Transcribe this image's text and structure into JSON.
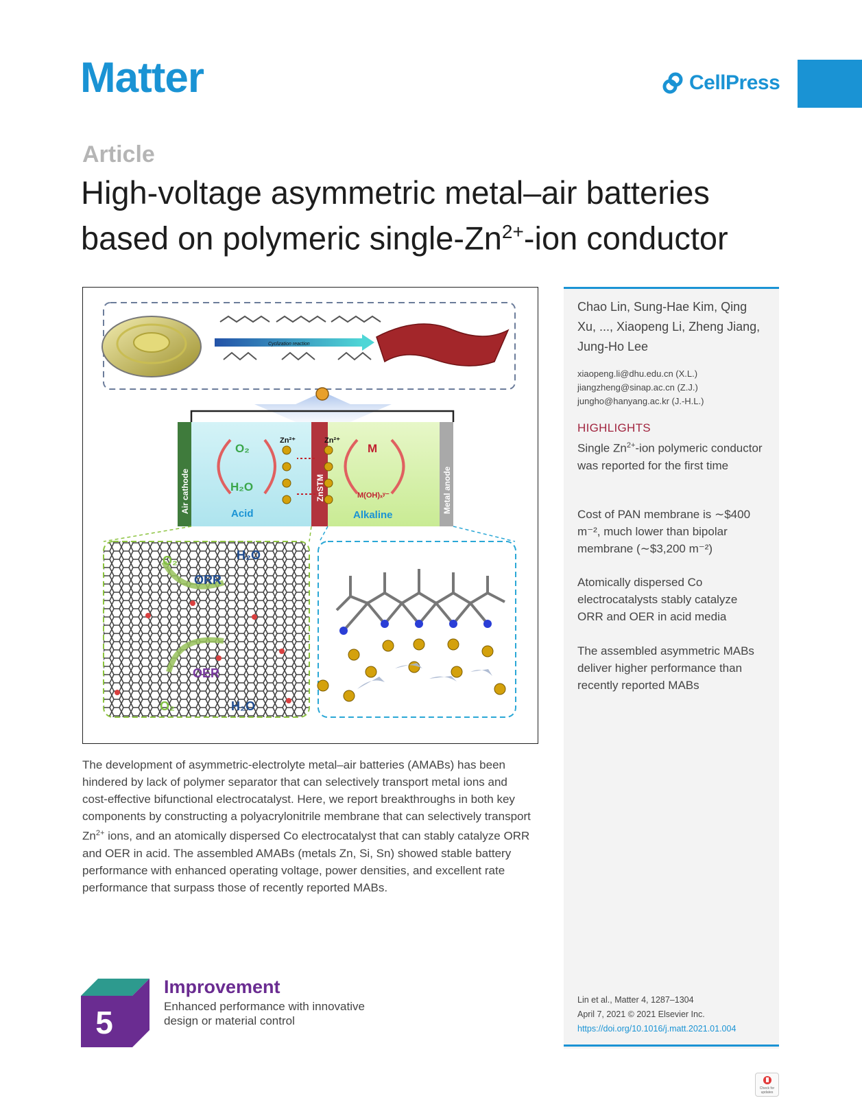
{
  "header": {
    "journal": "Matter",
    "publisher": "CellPress"
  },
  "article_type": "Article",
  "title": {
    "line1": "High-voltage asymmetric metal–air batteries",
    "line2_pre": "based on polymeric single-Zn",
    "line2_sup": "2+",
    "line2_post": "-ion conductor"
  },
  "figure": {
    "reaction_arrow_label": "Cyclization reaction",
    "labels": {
      "air_cathode": "Air cathode",
      "metal_anode": "Metal anode",
      "membrane": "ZnSTM",
      "zn_left": "Zn²⁺",
      "zn_right": "Zn²⁺",
      "o2": "O₂",
      "h2o": "H₂O",
      "acid": "Acid",
      "metal": "M",
      "moh": "M(OH)ₓʸ⁻",
      "alkaline": "Alkaline",
      "orr": "ORR",
      "oer": "OER",
      "o2_top": "O₂",
      "h2o_top": "H₂O",
      "o2_bottom": "O₂",
      "h2o_bottom": "H₂O"
    }
  },
  "sidebar": {
    "authors": "Chao Lin, Sung-Hae Kim, Qing Xu, ..., Xiaopeng Li, Zheng Jiang, Jung-Ho Lee",
    "emails": [
      "xiaopeng.li@dhu.edu.cn (X.L.)",
      "jiangzheng@sinap.ac.cn (Z.J.)",
      "jungho@hanyang.ac.kr (J.-H.L.)"
    ],
    "highlights_heading": "HIGHLIGHTS",
    "highlights": [
      {
        "pre": "Single Zn",
        "sup": "2+",
        "post": "-ion polymeric conductor was reported for the first time"
      },
      {
        "text": "Cost of PAN membrane is ∼$400 m⁻², much lower than bipolar membrane (∼$3,200 m⁻²)"
      },
      {
        "text": "Atomically dispersed Co electrocatalysts stably catalyze ORR and OER in acid media"
      },
      {
        "text": "The assembled asymmetric MABs deliver higher performance than recently reported MABs"
      }
    ],
    "citation": {
      "line1": "Lin et al., Matter 4, 1287–1304",
      "line2": "April 7, 2021 © 2021 Elsevier Inc.",
      "doi": "https://doi.org/10.1016/j.matt.2021.01.004"
    }
  },
  "abstract": {
    "pre": "The development of asymmetric-electrolyte metal–air batteries (AMABs) has been hindered by lack of polymer separator that can selectively transport metal ions and cost-effective bifunctional electrocatalyst. Here, we report breakthroughs in both key components by constructing a polyacrylonitrile membrane that can selectively transport Zn",
    "sup": "2+",
    "post": " ions, and an atomically dispersed Co electrocatalyst that can stably catalyze ORR and OER in acid. The assembled AMABs (metals Zn, Si, Sn) showed stable battery performance with enhanced operating voltage, power densities, and excellent rate performance that surpass those of recently reported MABs."
  },
  "progress": {
    "number": "5",
    "title": "Improvement",
    "description": "Enhanced performance with innovative design or material control"
  },
  "badge": {
    "text": "Check for updates"
  },
  "colors": {
    "brand": "#1a93d4",
    "highlight_heading": "#a1253f",
    "progress": "#6a2c91"
  }
}
